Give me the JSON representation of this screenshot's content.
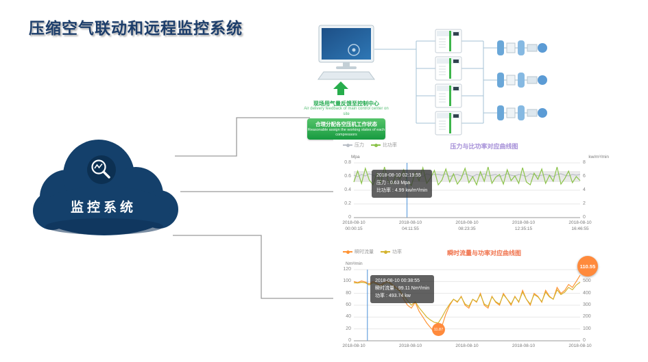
{
  "page": {
    "title": "压缩空气联动和远程监控系统"
  },
  "cloud": {
    "label": "监控系统",
    "color": "#14406b"
  },
  "diagram": {
    "feedback_cn": "现场用气量反馈至控制中心",
    "feedback_en": "Air delivery feedback of main control center on site",
    "assign_cn": "合理分配各空压机工作状态",
    "assign_en": "Reasonable assign the working states of each compressors",
    "accent_green": "#27ad4c"
  },
  "chart_data": [
    {
      "type": "line",
      "title": "压力与比功率对应曲线图",
      "title_color": "#a58fd8",
      "y_left_label": "Mpa",
      "y_right_label": "kw/m³/min",
      "y_left_range": [
        0,
        0.8
      ],
      "y_right_range": [
        0,
        8
      ],
      "y_ticks_left": [
        "0.8",
        "0.6",
        "0.4",
        "0.2",
        "0"
      ],
      "y_ticks_right": [
        "8",
        "6",
        "4",
        "2",
        "0"
      ],
      "x_labels": [
        "2018-08-10\n00:00:15",
        "2018-08-10\n04:11:55",
        "2018-08-10\n08:23:35",
        "2018-08-10\n12:35:15",
        "2018-08-10\n16:46:55"
      ],
      "band": {
        "min": 0.52,
        "max": 0.68,
        "color": "#e4e4e4"
      },
      "cursor_frac": 0.235,
      "series": [
        {
          "name": "压力",
          "axis": "left",
          "color": "#b9bec6",
          "values": [
            0.62,
            0.6,
            0.63,
            0.61,
            0.64,
            0.62,
            0.6,
            0.63,
            0.65,
            0.62,
            0.61,
            0.63,
            0.6,
            0.62,
            0.64,
            0.61,
            0.63,
            0.62,
            0.6,
            0.64,
            0.62,
            0.63,
            0.63,
            0.62,
            0.64,
            0.6,
            0.62,
            0.63,
            0.61,
            0.64,
            0.62,
            0.6,
            0.63,
            0.62,
            0.64,
            0.61,
            0.62,
            0.63,
            0.6,
            0.62,
            0.64,
            0.62,
            0.61,
            0.63,
            0.62,
            0.6,
            0.64,
            0.63,
            0.61,
            0.62,
            0.63,
            0.62,
            0.6,
            0.63,
            0.64,
            0.62,
            0.61,
            0.63,
            0.62,
            0.63
          ]
        },
        {
          "name": "比功率",
          "axis": "right",
          "color": "#8bc34a",
          "values": [
            5.2,
            6.8,
            5.0,
            7.2,
            5.5,
            4.8,
            6.5,
            5.1,
            7.4,
            5.3,
            4.9,
            6.2,
            5.6,
            7.0,
            5.2,
            4.7,
            6.6,
            5.4,
            7.3,
            5.0,
            5.8,
            6.9,
            4.8,
            5.5,
            7.1,
            5.2,
            6.4,
            4.9,
            5.7,
            7.2,
            5.1,
            6.0,
            4.8,
            6.7,
            5.3,
            7.4,
            5.0,
            5.9,
            6.3,
            4.9,
            7.0,
            5.4,
            6.1,
            5.0,
            7.3,
            5.2,
            4.8,
            6.5,
            5.6,
            7.1,
            5.0,
            6.2,
            5.3,
            7.4,
            4.9,
            5.7,
            6.8,
            5.1,
            6.0,
            5.4
          ]
        }
      ],
      "tooltip": {
        "line1": "2018-08-10 02:19:55",
        "line2": "压力 : 0.63 Mpa",
        "line3": "比功率 : 4.99 kw/m³/min"
      }
    },
    {
      "type": "line",
      "title": "瞬时流量与功率对应曲线图",
      "title_color": "#f0734d",
      "y_left_label": "Nm³/min",
      "y_right_label": "",
      "y_left_range": [
        0,
        120
      ],
      "y_right_range": [
        0,
        600
      ],
      "y_ticks_left": [
        "120",
        "100",
        "80",
        "60",
        "40",
        "20",
        "0"
      ],
      "y_ticks_right": [
        "600",
        "500",
        "400",
        "300",
        "200",
        "100",
        "0"
      ],
      "x_labels": [
        "2018-08-10",
        "2018-08-10",
        "2018-08-10",
        "2018-08-10",
        "2018-08-10"
      ],
      "cursor_frac": 0.06,
      "series": [
        {
          "name": "瞬时流量",
          "axis": "left",
          "color": "#ff9333",
          "values": [
            100,
            98,
            101,
            99,
            96,
            100,
            97,
            94,
            99,
            101,
            95,
            90,
            85,
            70,
            60,
            55,
            65,
            50,
            40,
            30,
            22,
            15,
            11.87,
            25,
            45,
            60,
            70,
            65,
            75,
            60,
            55,
            70,
            65,
            80,
            60,
            55,
            75,
            65,
            60,
            80,
            70,
            60,
            75,
            65,
            85,
            70,
            60,
            80,
            75,
            65,
            85,
            75,
            70,
            90,
            80,
            85,
            95,
            90,
            100,
            110.55
          ]
        },
        {
          "name": "功率",
          "axis": "right",
          "color": "#d4b32e",
          "values": [
            490,
            487,
            493,
            489,
            470,
            490,
            480,
            460,
            485,
            492,
            470,
            440,
            420,
            380,
            340,
            300,
            330,
            280,
            240,
            200,
            175,
            155,
            150,
            200,
            260,
            310,
            350,
            330,
            370,
            310,
            290,
            350,
            330,
            390,
            310,
            290,
            370,
            330,
            310,
            390,
            350,
            310,
            370,
            330,
            410,
            350,
            310,
            390,
            370,
            330,
            410,
            370,
            350,
            430,
            390,
            410,
            450,
            430,
            470,
            494
          ]
        }
      ],
      "tooltip": {
        "line1": "2018-08-10 00:38:55",
        "line2": "瞬时流量 : 99.11 Nm³/min",
        "line3": "功率 : 493.74 kw"
      },
      "max_badge": "110.55",
      "min_marker": "11.87"
    }
  ]
}
